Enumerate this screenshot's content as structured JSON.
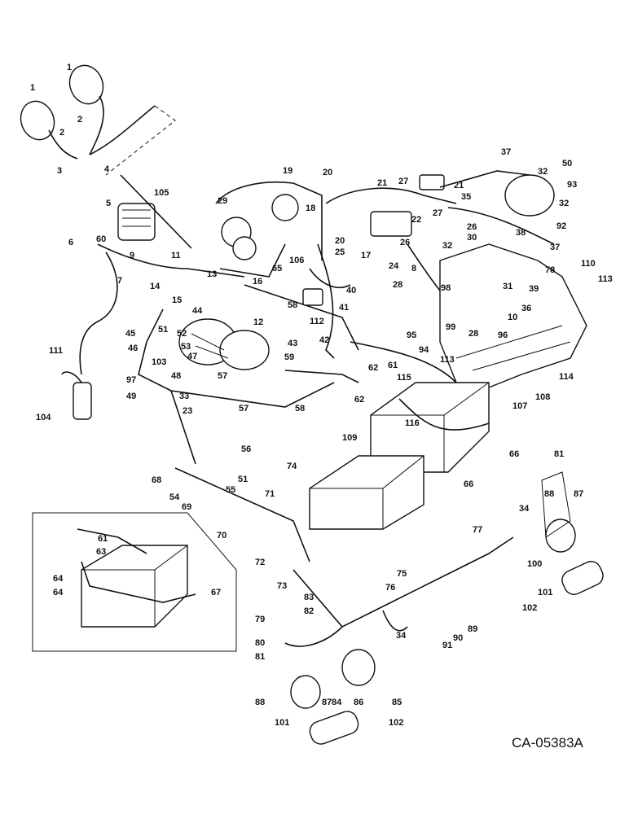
{
  "drawing_code": "CA-05383A",
  "callouts": [
    {
      "id": "c1a",
      "text": "1"
    },
    {
      "id": "c1b",
      "text": "1"
    },
    {
      "id": "c2a",
      "text": "2"
    },
    {
      "id": "c2b",
      "text": "2"
    },
    {
      "id": "c3",
      "text": "3"
    },
    {
      "id": "c4",
      "text": "4"
    },
    {
      "id": "c5",
      "text": "5"
    },
    {
      "id": "c6",
      "text": "6"
    },
    {
      "id": "c60",
      "text": "60"
    },
    {
      "id": "c105",
      "text": "105"
    },
    {
      "id": "c9",
      "text": "9"
    },
    {
      "id": "c11",
      "text": "11"
    },
    {
      "id": "c7",
      "text": "7"
    },
    {
      "id": "c13",
      "text": "13"
    },
    {
      "id": "c14",
      "text": "14"
    },
    {
      "id": "c15",
      "text": "15"
    },
    {
      "id": "c16",
      "text": "16"
    },
    {
      "id": "c44",
      "text": "44"
    },
    {
      "id": "c12",
      "text": "12"
    },
    {
      "id": "c45",
      "text": "45"
    },
    {
      "id": "c51a",
      "text": "51"
    },
    {
      "id": "c52",
      "text": "52"
    },
    {
      "id": "c53",
      "text": "53"
    },
    {
      "id": "c46",
      "text": "46"
    },
    {
      "id": "c103",
      "text": "103"
    },
    {
      "id": "c47",
      "text": "47"
    },
    {
      "id": "c111",
      "text": "111"
    },
    {
      "id": "c97",
      "text": "97"
    },
    {
      "id": "c48",
      "text": "48"
    },
    {
      "id": "c57a",
      "text": "57"
    },
    {
      "id": "c49",
      "text": "49"
    },
    {
      "id": "c33",
      "text": "33"
    },
    {
      "id": "c57b",
      "text": "57"
    },
    {
      "id": "c104",
      "text": "104"
    },
    {
      "id": "c23",
      "text": "23"
    },
    {
      "id": "c56",
      "text": "56"
    },
    {
      "id": "c68",
      "text": "68"
    },
    {
      "id": "c51b",
      "text": "51"
    },
    {
      "id": "c54",
      "text": "54"
    },
    {
      "id": "c55",
      "text": "55"
    },
    {
      "id": "c69",
      "text": "69"
    },
    {
      "id": "c19",
      "text": "19"
    },
    {
      "id": "c20a",
      "text": "20"
    },
    {
      "id": "c29",
      "text": "29"
    },
    {
      "id": "c18",
      "text": "18"
    },
    {
      "id": "c20b",
      "text": "20"
    },
    {
      "id": "c25",
      "text": "25"
    },
    {
      "id": "c106",
      "text": "106"
    },
    {
      "id": "c65",
      "text": "65"
    },
    {
      "id": "c112",
      "text": "112"
    },
    {
      "id": "c40",
      "text": "40"
    },
    {
      "id": "c41",
      "text": "41"
    },
    {
      "id": "c58a",
      "text": "58"
    },
    {
      "id": "c43",
      "text": "43"
    },
    {
      "id": "c42",
      "text": "42"
    },
    {
      "id": "c59",
      "text": "59"
    },
    {
      "id": "c58b",
      "text": "58"
    },
    {
      "id": "c21a",
      "text": "21"
    },
    {
      "id": "c27a",
      "text": "27"
    },
    {
      "id": "c21b",
      "text": "21"
    },
    {
      "id": "c35",
      "text": "35"
    },
    {
      "id": "c22",
      "text": "22"
    },
    {
      "id": "c27b",
      "text": "27"
    },
    {
      "id": "c26a",
      "text": "26"
    },
    {
      "id": "c26b",
      "text": "26"
    },
    {
      "id": "c30",
      "text": "30"
    },
    {
      "id": "c17",
      "text": "17"
    },
    {
      "id": "c24",
      "text": "24"
    },
    {
      "id": "c32a",
      "text": "32"
    },
    {
      "id": "c8",
      "text": "8"
    },
    {
      "id": "c37a",
      "text": "37"
    },
    {
      "id": "c50",
      "text": "50"
    },
    {
      "id": "c32b",
      "text": "32"
    },
    {
      "id": "c93",
      "text": "93"
    },
    {
      "id": "c32c",
      "text": "32"
    },
    {
      "id": "c92",
      "text": "92"
    },
    {
      "id": "c38",
      "text": "38"
    },
    {
      "id": "c37b",
      "text": "37"
    },
    {
      "id": "c110",
      "text": "110"
    },
    {
      "id": "c78",
      "text": "78"
    },
    {
      "id": "c113a",
      "text": "113"
    },
    {
      "id": "c31",
      "text": "31"
    },
    {
      "id": "c39",
      "text": "39"
    },
    {
      "id": "c28a",
      "text": "28"
    },
    {
      "id": "c98",
      "text": "98"
    },
    {
      "id": "c10",
      "text": "10"
    },
    {
      "id": "c36",
      "text": "36"
    },
    {
      "id": "c99",
      "text": "99"
    },
    {
      "id": "c95",
      "text": "95"
    },
    {
      "id": "c94",
      "text": "94"
    },
    {
      "id": "c28b",
      "text": "28"
    },
    {
      "id": "c96",
      "text": "96"
    },
    {
      "id": "c113b",
      "text": "113"
    },
    {
      "id": "c114",
      "text": "114"
    },
    {
      "id": "c61a",
      "text": "61"
    },
    {
      "id": "c62a",
      "text": "62"
    },
    {
      "id": "c115",
      "text": "115"
    },
    {
      "id": "c62b",
      "text": "62"
    },
    {
      "id": "c108",
      "text": "108"
    },
    {
      "id": "c107",
      "text": "107"
    },
    {
      "id": "c116",
      "text": "116"
    },
    {
      "id": "c109",
      "text": "109"
    },
    {
      "id": "c66a",
      "text": "66"
    },
    {
      "id": "c74",
      "text": "74"
    },
    {
      "id": "c66b",
      "text": "66"
    },
    {
      "id": "c71",
      "text": "71"
    },
    {
      "id": "c70",
      "text": "70"
    },
    {
      "id": "c72",
      "text": "72"
    },
    {
      "id": "c61b",
      "text": "61"
    },
    {
      "id": "c63",
      "text": "63"
    },
    {
      "id": "c64a",
      "text": "64"
    },
    {
      "id": "c64b",
      "text": "64"
    },
    {
      "id": "c67",
      "text": "67"
    },
    {
      "id": "c73",
      "text": "73"
    },
    {
      "id": "c81a",
      "text": "81"
    },
    {
      "id": "c88a",
      "text": "88"
    },
    {
      "id": "c87a",
      "text": "87"
    },
    {
      "id": "c34a",
      "text": "34"
    },
    {
      "id": "c77",
      "text": "77"
    },
    {
      "id": "c100",
      "text": "100"
    },
    {
      "id": "c101a",
      "text": "101"
    },
    {
      "id": "c102a",
      "text": "102"
    },
    {
      "id": "c75",
      "text": "75"
    },
    {
      "id": "c76",
      "text": "76"
    },
    {
      "id": "c83",
      "text": "83"
    },
    {
      "id": "c82",
      "text": "82"
    },
    {
      "id": "c79",
      "text": "79"
    },
    {
      "id": "c80",
      "text": "80"
    },
    {
      "id": "c81b",
      "text": "81"
    },
    {
      "id": "c34b",
      "text": "34"
    },
    {
      "id": "c89",
      "text": "89"
    },
    {
      "id": "c90",
      "text": "90"
    },
    {
      "id": "c91",
      "text": "91"
    },
    {
      "id": "c88b",
      "text": "88"
    },
    {
      "id": "c87b",
      "text": "87"
    },
    {
      "id": "c84",
      "text": "84"
    },
    {
      "id": "c86",
      "text": "86"
    },
    {
      "id": "c85",
      "text": "85"
    },
    {
      "id": "c101b",
      "text": "101"
    },
    {
      "id": "c102b",
      "text": "102"
    }
  ]
}
